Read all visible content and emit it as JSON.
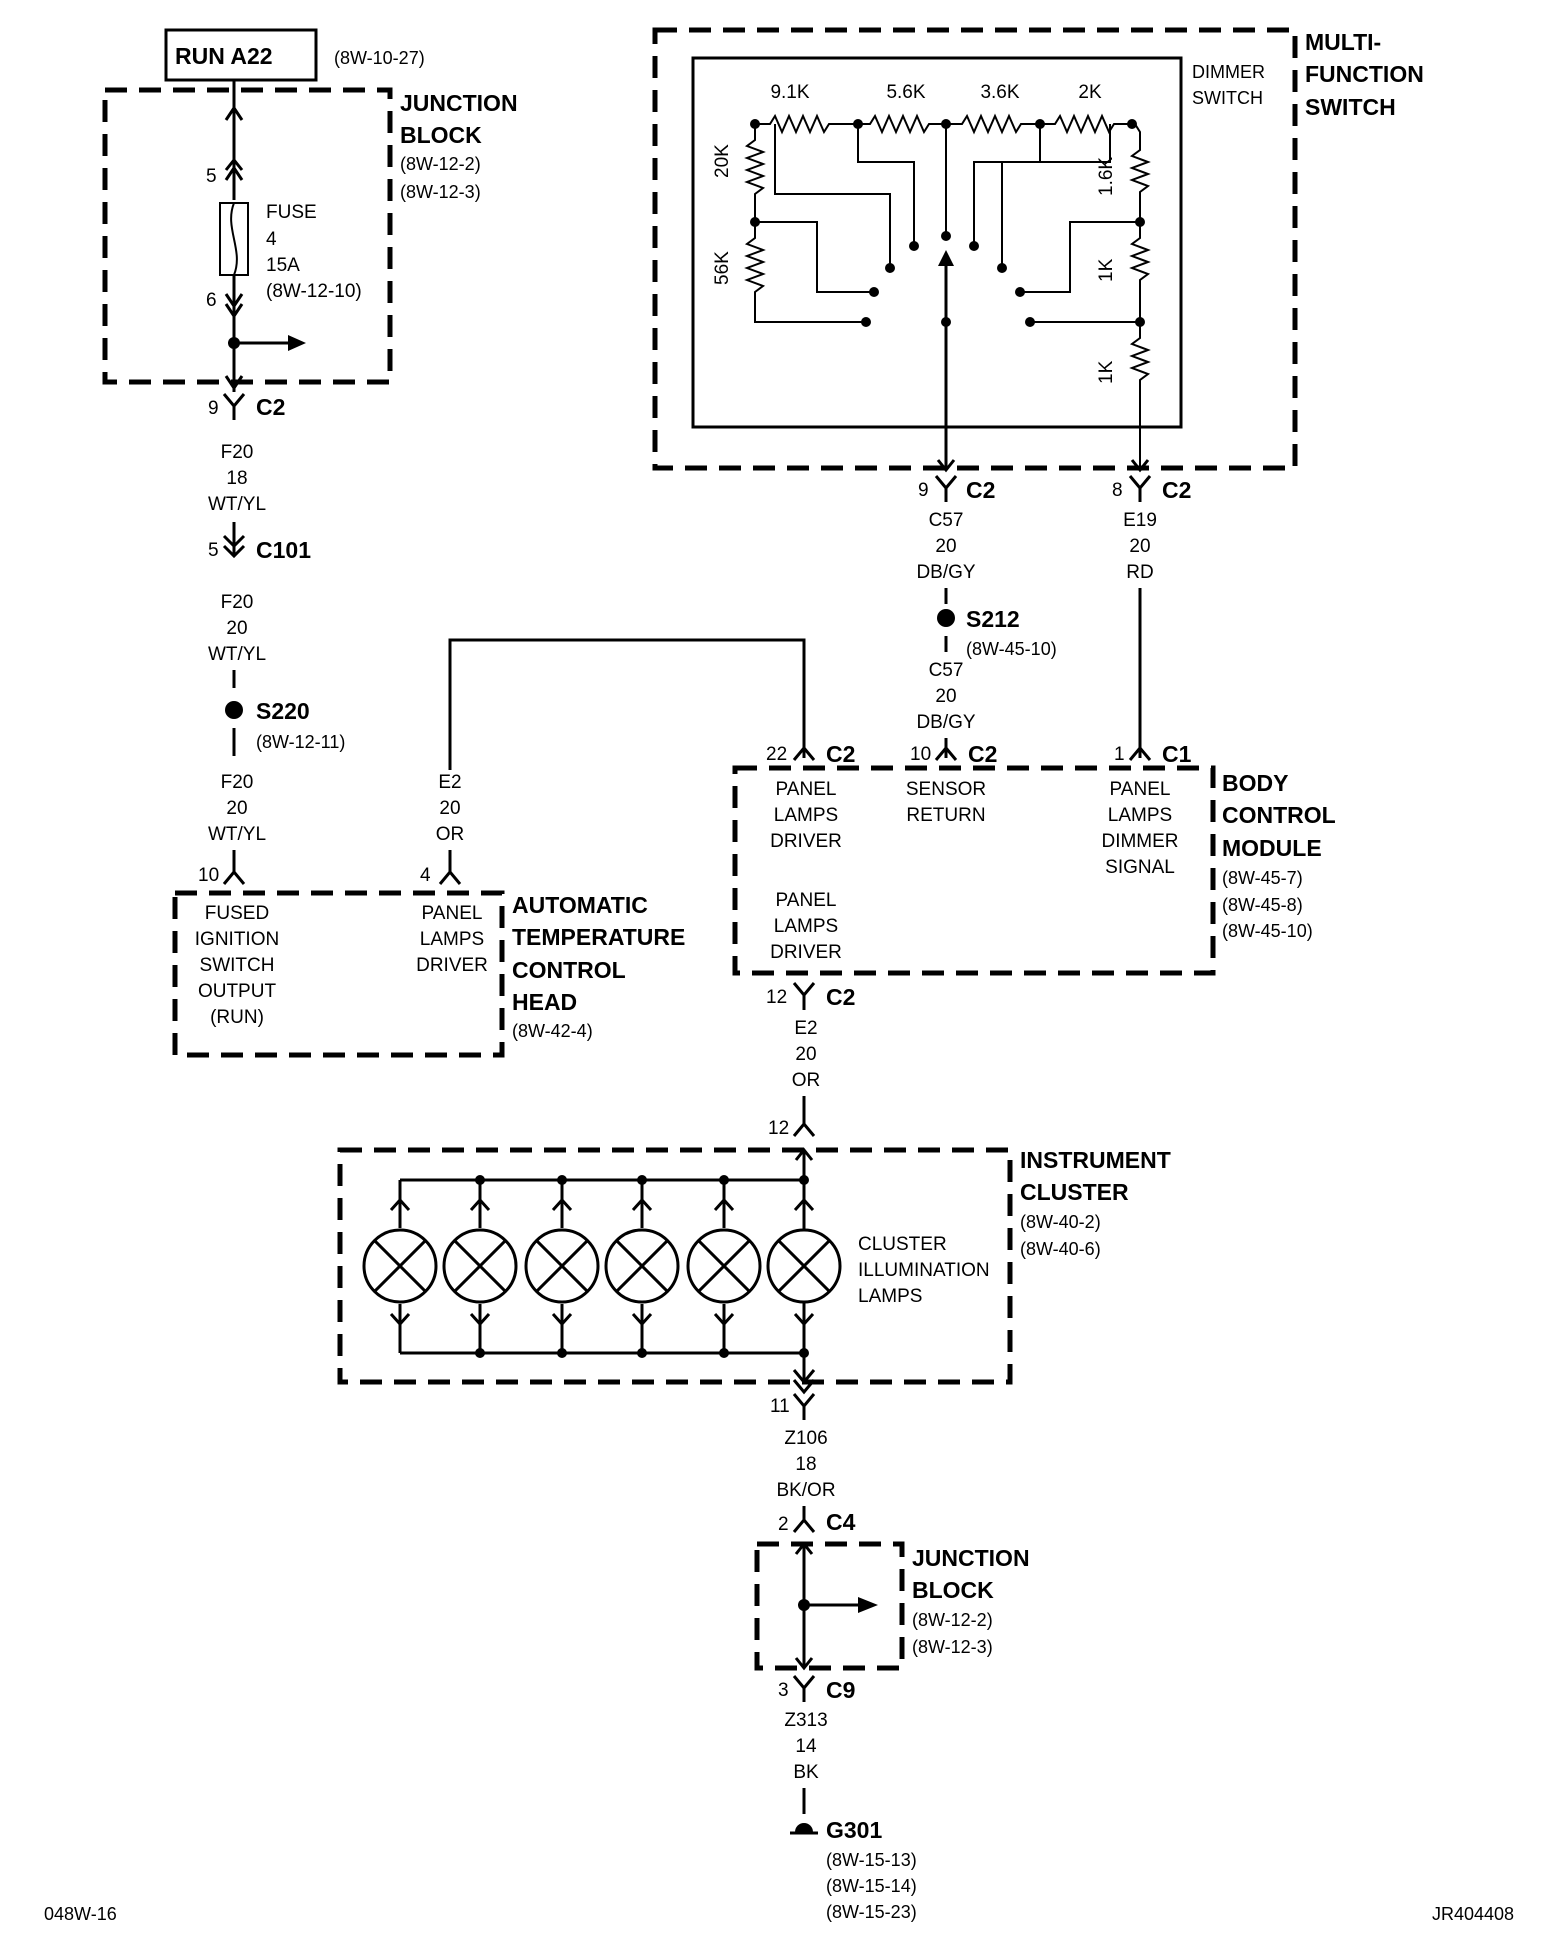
{
  "run": {
    "label": "RUN A22",
    "ref": "(8W-10-27)"
  },
  "jb_top": {
    "title1": "JUNCTION",
    "title2": "BLOCK",
    "ref1": "(8W-12-2)",
    "ref2": "(8W-12-3)",
    "pin_in": "5",
    "pin_out": "6",
    "fuse_label": "FUSE",
    "fuse_num": "4",
    "fuse_amp": "15A",
    "fuse_ref": "(8W-12-10)"
  },
  "left_wire": {
    "c2_pin": "9",
    "c2": "C2",
    "seg1": [
      "F20",
      "18",
      "WT/YL"
    ],
    "c101_pin": "5",
    "c101": "C101",
    "seg2": [
      "F20",
      "20",
      "WT/YL"
    ],
    "splice": "S220",
    "splice_ref": "(8W-12-11)",
    "seg3": [
      "F20",
      "20",
      "WT/YL"
    ]
  },
  "e2_top": [
    "E2",
    "20",
    "OR"
  ],
  "atc": {
    "title": [
      "AUTOMATIC",
      "TEMPERATURE",
      "CONTROL",
      "HEAD"
    ],
    "ref": "(8W-42-4)",
    "pin10": "10",
    "pin4": "4",
    "fused": [
      "FUSED",
      "IGNITION",
      "SWITCH",
      "OUTPUT",
      "(RUN)"
    ],
    "panel": [
      "PANEL",
      "LAMPS",
      "DRIVER"
    ]
  },
  "mfs": {
    "title": [
      "MULTI-",
      "FUNCTION",
      "SWITCH"
    ],
    "dimmer": [
      "DIMMER",
      "SWITCH"
    ],
    "resistors": {
      "r1": "9.1K",
      "r2": "5.6K",
      "r3": "3.6K",
      "r4": "2K",
      "r5": "20K",
      "r6": "56K",
      "r7": "1.6K",
      "r8": "1K",
      "r9": "1K"
    },
    "pin9": "9",
    "c2a": "C2",
    "pin8": "8",
    "c2b": "C2"
  },
  "c57_seg1": [
    "C57",
    "20",
    "DB/GY"
  ],
  "s212": {
    "label": "S212",
    "ref": "(8W-45-10)"
  },
  "c57_seg2": [
    "C57",
    "20",
    "DB/GY"
  ],
  "e19_seg": [
    "E19",
    "20",
    "RD"
  ],
  "bcm": {
    "title": [
      "BODY",
      "CONTROL",
      "MODULE"
    ],
    "refs": [
      "(8W-45-7)",
      "(8W-45-8)",
      "(8W-45-10)"
    ],
    "pin22": "22",
    "c2_22": "C2",
    "pin10": "10",
    "c2_10": "C2",
    "pin1": "1",
    "c1": "C1",
    "pin12": "12",
    "c2_12": "C2",
    "panel1": [
      "PANEL",
      "LAMPS",
      "DRIVER"
    ],
    "sensor": [
      "SENSOR",
      "RETURN"
    ],
    "dimmer": [
      "PANEL",
      "LAMPS",
      "DIMMER",
      "SIGNAL"
    ],
    "panel2": [
      "PANEL",
      "LAMPS",
      "DRIVER"
    ]
  },
  "e2_bottom": [
    "E2",
    "20",
    "OR"
  ],
  "cluster": {
    "title": [
      "INSTRUMENT",
      "CLUSTER"
    ],
    "refs": [
      "(8W-40-2)",
      "(8W-40-6)"
    ],
    "lamps": [
      "CLUSTER",
      "ILLUMINATION",
      "LAMPS"
    ],
    "pin12": "12",
    "pin11": "11"
  },
  "z106": [
    "Z106",
    "18",
    "BK/OR"
  ],
  "jb_bottom": {
    "title1": "JUNCTION",
    "title2": "BLOCK",
    "ref1": "(8W-12-2)",
    "ref2": "(8W-12-3)",
    "pin2": "2",
    "c4": "C4",
    "pin3": "3",
    "c9": "C9"
  },
  "z313": [
    "Z313",
    "14",
    "BK"
  ],
  "ground": {
    "label": "G301",
    "refs": [
      "(8W-15-13)",
      "(8W-15-14)",
      "(8W-15-23)"
    ]
  },
  "footer": {
    "left": "048W-16",
    "right": "JR404408"
  }
}
